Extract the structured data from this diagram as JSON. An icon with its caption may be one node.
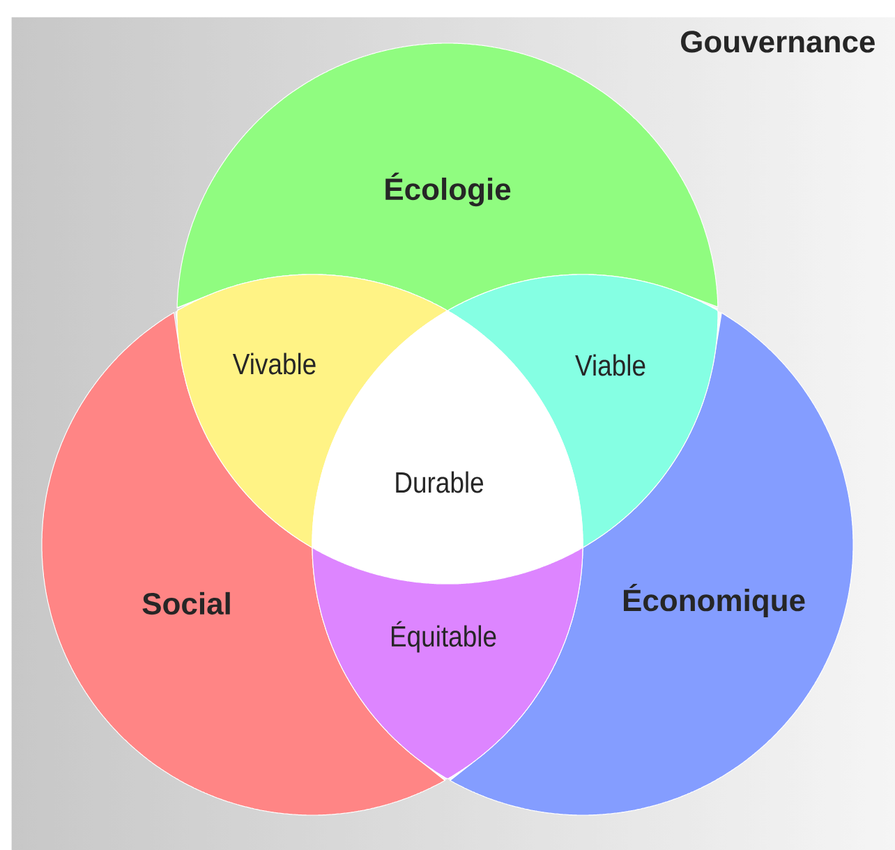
{
  "diagram": {
    "nodes": [
      {
        "text": [
          "Gouvernance"
        ]
      },
      {
        "text": [
          "Écologie"
        ]
      },
      {
        "text": [
          "Social"
        ]
      },
      {
        "text": [
          "Économique"
        ]
      },
      {
        "text": [
          "Vivable"
        ]
      },
      {
        "text": [
          "Viable"
        ]
      },
      {
        "text": [
          "Durable"
        ]
      },
      {
        "text": [
          "Équitable"
        ]
      }
    ]
  }
}
